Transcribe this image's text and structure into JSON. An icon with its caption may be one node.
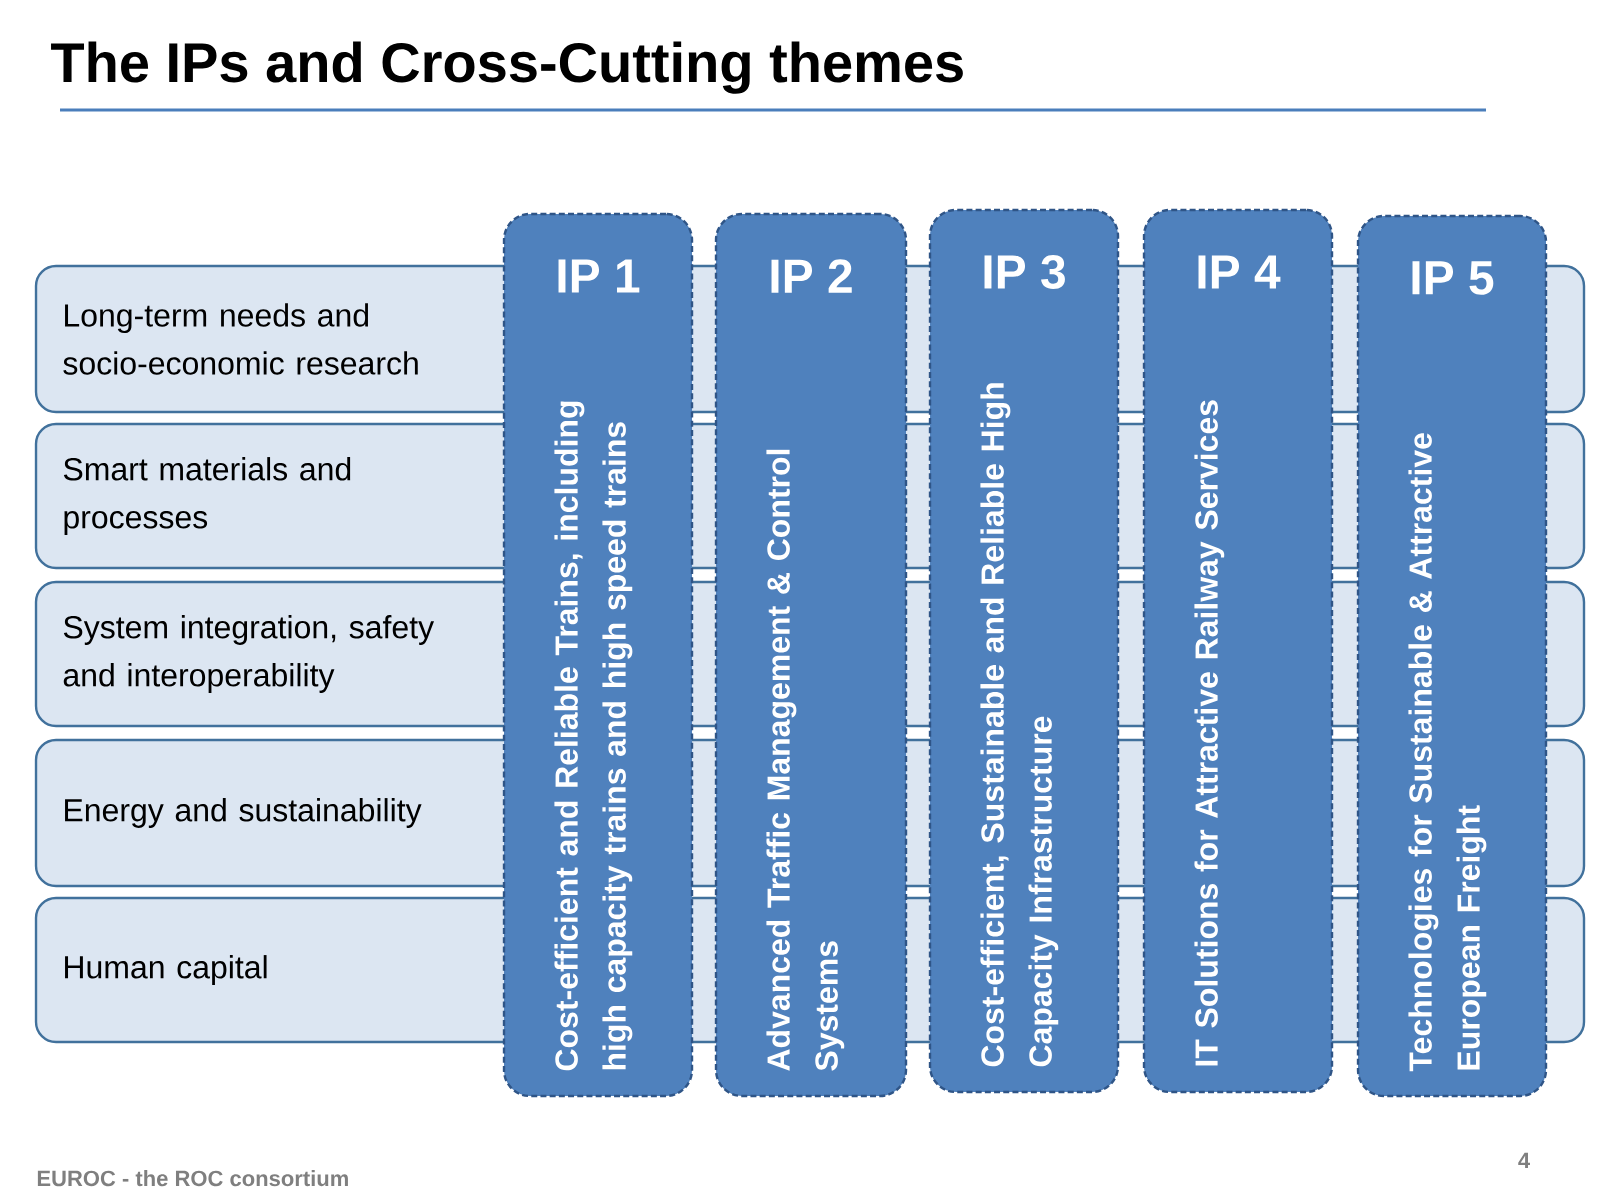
{
  "diagram": {
    "title": "The IPs and Cross-Cutting themes",
    "nodes": [
      {
        "text": [
          "Long-term needs and socio-economic research"
        ]
      },
      {
        "text": [
          "Smart materials and processes"
        ]
      },
      {
        "text": [
          "System integration, safety and interoperability"
        ]
      },
      {
        "text": [
          "Energy and sustainability"
        ]
      },
      {
        "text": [
          "Human capital"
        ]
      },
      {
        "text": [
          "IP 1",
          "Cost-efficient and Reliable Trains, including high capacity trains and high speed trains"
        ]
      },
      {
        "text": [
          "IP 2",
          "Advanced Traffic Management & Control Systems"
        ]
      },
      {
        "text": [
          "IP 3",
          "Cost-efficient, Sustainable and Reliable High Capacity Infrastructure"
        ]
      },
      {
        "text": [
          "IP 4",
          "IT Solutions for Attractive Railway Services"
        ]
      },
      {
        "text": [
          "IP 5",
          "Technologies for Sustainable & Attractive European Freight"
        ]
      }
    ],
    "labels": [
      "EUROC - the ROC consortium",
      "4"
    ]
  }
}
